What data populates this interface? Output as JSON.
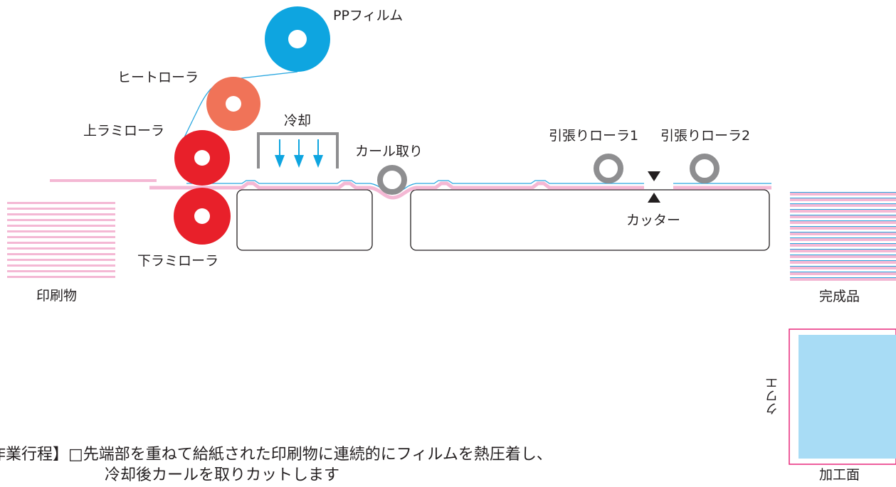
{
  "labels": {
    "pp_film": "PPフィルム",
    "heat_roller": "ヒートローラ",
    "upper_lami_roller": "上ラミローラ",
    "lower_lami_roller": "下ラミローラ",
    "cooling": "冷却",
    "curl_remover": "カール取り",
    "pull_roller_1": "引張りローラ1",
    "pull_roller_2": "引張りローラ2",
    "cutter": "カッター",
    "printed_matter": "印刷物",
    "finished_product": "完成品",
    "grain": "クワエ",
    "processed_face": "加工面"
  },
  "description": {
    "line1": "作業行程】□先端部を重ねて給紙された印刷物に連続的にフィルムを熱圧着し、",
    "line2": "冷却後カールを取りカットします"
  },
  "colors": {
    "film_blue": "#0ea5e0",
    "heat_orange": "#f07358",
    "lami_red": "#e8202a",
    "gray_roller": "#8e8e90",
    "paper_pink": "#f4b8d4",
    "film_line": "#2aa7e0",
    "panel_blue": "#a8dcf5",
    "panel_border": "#e8287c"
  }
}
